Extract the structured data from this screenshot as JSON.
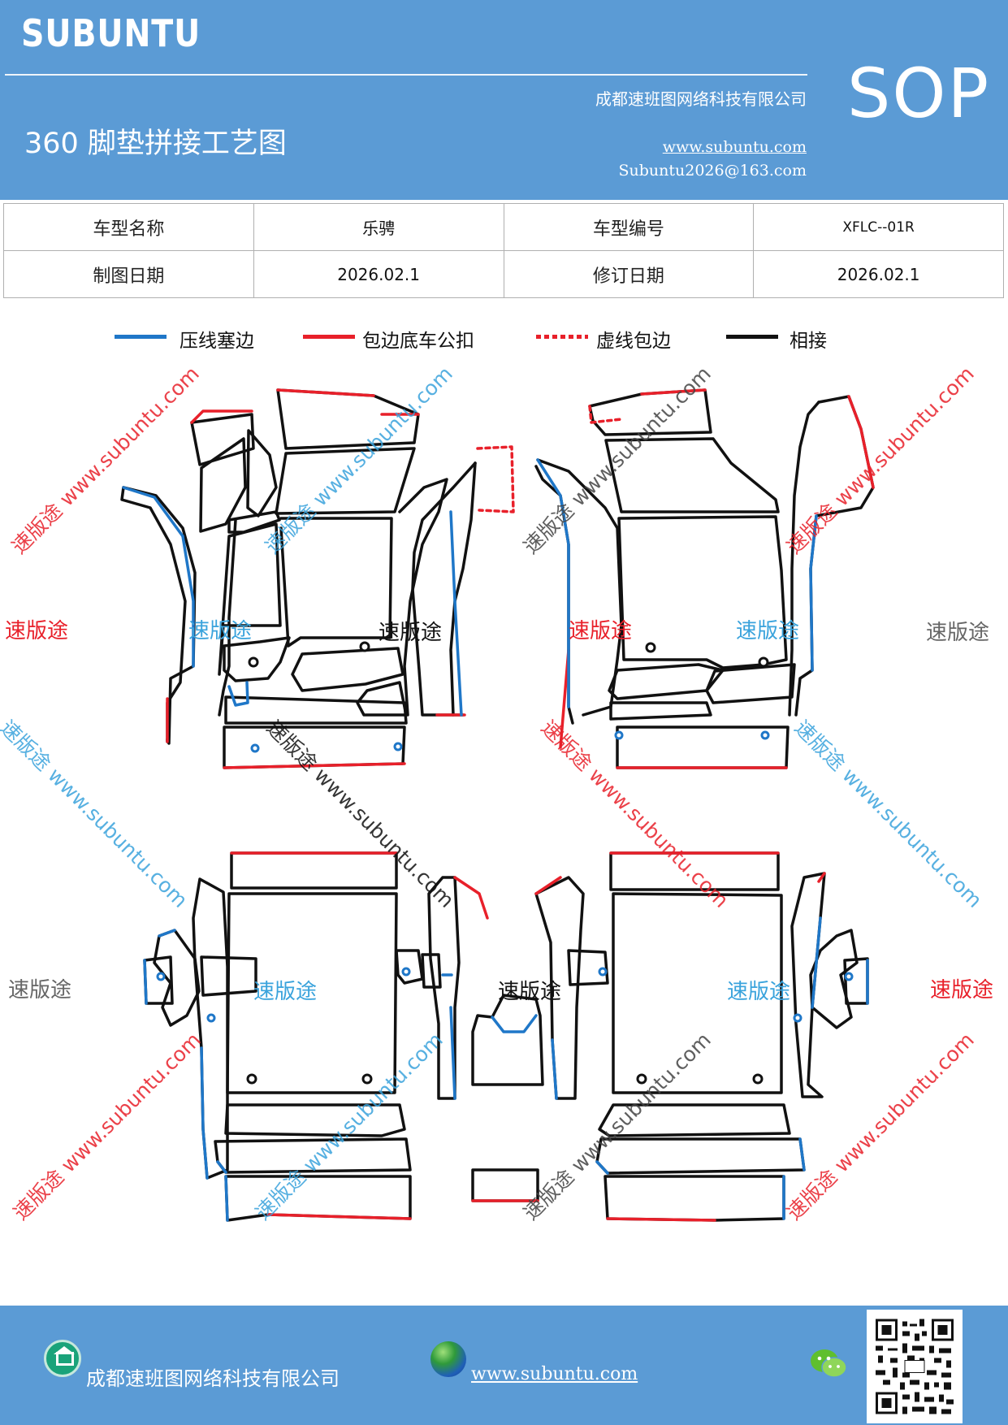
{
  "header": {
    "brand": "SUBUNTU",
    "company": "成都速班图网络科技有限公司",
    "title": "360 脚垫拼接工艺图",
    "website": "www.subuntu.com",
    "email": "Subuntu2026@163.com",
    "badge": "SOP"
  },
  "info": {
    "model_name_label": "车型名称",
    "model_name": "乐骋",
    "model_code_label": "车型编号",
    "model_code": "XFLC--01R",
    "draw_date_label": "制图日期",
    "draw_date": "2026.02.1",
    "revise_date_label": "修订日期",
    "revise_date": "2026.02.1"
  },
  "legend": [
    {
      "label": "压线塞边",
      "color": "#1f77c8",
      "style": "solid"
    },
    {
      "label": "包边底车公扣",
      "color": "#e8202a",
      "style": "solid"
    },
    {
      "label": "虚线包边",
      "color": "#e8202a",
      "style": "dashed"
    },
    {
      "label": "相接",
      "color": "#111111",
      "style": "solid"
    }
  ],
  "watermark": {
    "brand": "速版途",
    "url": "www.subuntu.com",
    "combined": "速版途 www.subuntu.com"
  },
  "colors": {
    "header_bg": "#5b9bd5",
    "blue_edge": "#1f77c8",
    "red_edge": "#e8202a",
    "black_edge": "#111111",
    "wm_red": "#e8202a",
    "wm_blue": "#3aa3dc",
    "wm_gray": "#666666",
    "wm_black": "#111111"
  },
  "footer": {
    "company": "成都速班图网络科技有限公司",
    "website": "www.subuntu.com",
    "icons": [
      "home-icon",
      "globe-icon",
      "wechat-icon",
      "qr-code"
    ]
  }
}
